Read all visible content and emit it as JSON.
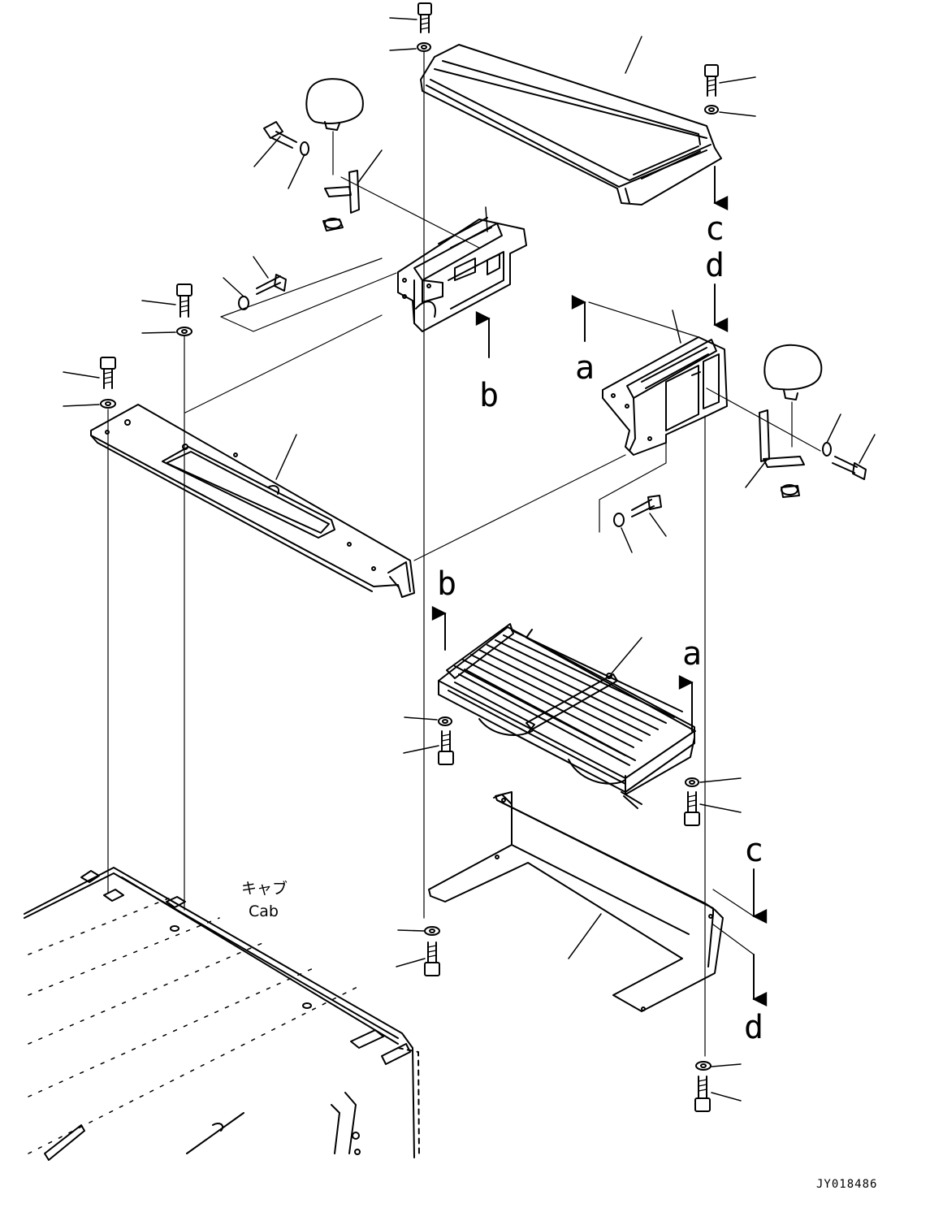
{
  "labels": {
    "a_upper": "a",
    "a_lower": "a",
    "b_upper": "b",
    "b_lower": "b",
    "c_upper": "c",
    "c_lower": "c",
    "d_upper": "d",
    "d_lower": "d"
  },
  "cab": {
    "jp": "キャブ",
    "en": "Cab"
  },
  "drawing_code": "JY018486"
}
